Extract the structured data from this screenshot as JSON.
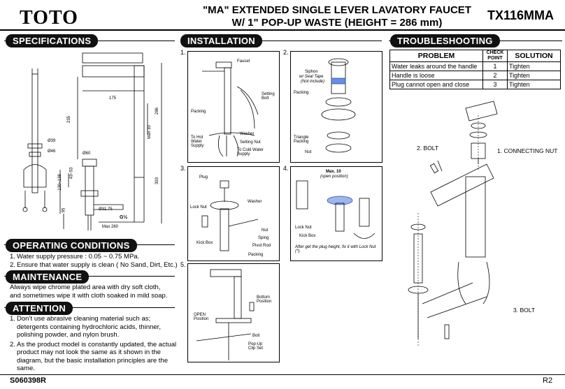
{
  "header": {
    "logo": "TOTO",
    "title_line1": "\"MA\"  EXTENDED SINGLE LEVER LAVATORY FAUCET",
    "title_line2": "W/ 1\" POP-UP WASTE (HEIGHT = 286 mm)",
    "model": "TX116MMA"
  },
  "specifications": {
    "heading": "SPECIFICATIONS",
    "dims": [
      "175",
      "286",
      "235",
      "Max 30",
      "Ø39",
      "Ø46",
      "Ø60",
      "43~53",
      "130~138",
      "393",
      "95",
      "Ø31.75",
      "G½",
      "Max 260"
    ]
  },
  "installation": {
    "heading": "INSTALLATION",
    "steps": [
      {
        "num": "1.",
        "labels": [
          "Faucet",
          "Setting Bolt",
          "Packing",
          "Washer",
          "Setting Nut",
          "To Hot Water Supply",
          "To Cold Water Supply"
        ]
      },
      {
        "num": "2.",
        "labels": [
          "Siphon",
          "w/ Seal Tape",
          "(Not include)",
          "Packing",
          "Triangle Packing",
          "Nut"
        ]
      },
      {
        "num": "3.",
        "labels": [
          "Plug",
          "Washer",
          "Lock Nut",
          "Nut",
          "Sping",
          "Kick Box",
          "Pivot Rod",
          "Packing"
        ]
      },
      {
        "num": "4.",
        "labels": [
          "Max. 10",
          "(open position)",
          "Lock Nut",
          "Kick Box"
        ],
        "note": "After get the plug height, fix it  with Lock Nut (*)."
      },
      {
        "num": "5.",
        "labels": [
          "Bottom Position",
          "OPEN Position",
          "Bolt",
          "Pop-Up Clip Set"
        ]
      }
    ]
  },
  "troubleshooting": {
    "heading": "TROUBLESHOOTING",
    "col_problem": "PROBLEM",
    "col_check": "CHECK POINT",
    "col_solution": "SOLUTION",
    "rows": [
      {
        "problem": "Water leaks around the handle",
        "check": "1",
        "solution": "Tighten"
      },
      {
        "problem": "Handle is loose",
        "check": "2",
        "solution": "Tighten"
      },
      {
        "problem": "Plug cannot open and close",
        "check": "3",
        "solution": "Tighten"
      }
    ],
    "callouts": [
      "2. BOLT",
      "1. CONNECTING NUT",
      "3. BOLT"
    ]
  },
  "operating": {
    "heading": "OPERATING CONDITIONS",
    "items": [
      "Water supply pressure :  0.05 ~ 0.75 MPa.",
      "Ensure that water supply is clean ( No Sand, Dirt, Etc.)"
    ]
  },
  "maintenance": {
    "heading": "MAINTENANCE",
    "line1": "Always wipe chrome plated area with dry soft cloth,",
    "line2": "and sometimes wipe it with cloth soaked in mild soap."
  },
  "attention": {
    "heading": "ATTENTION",
    "items": [
      {
        "num": "1.",
        "text": "Don’t use abrasive cleaning material such as; detergents containing hydrochloric acids, thinner, polishing powder, and nylon brush."
      },
      {
        "num": "2.",
        "text": "As the product model is constantly updated, the actual product may not look the same as it shown in the diagram, but the basic installation principles are the same."
      }
    ]
  },
  "footer": {
    "code": "S060398R",
    "rev": "R2"
  }
}
